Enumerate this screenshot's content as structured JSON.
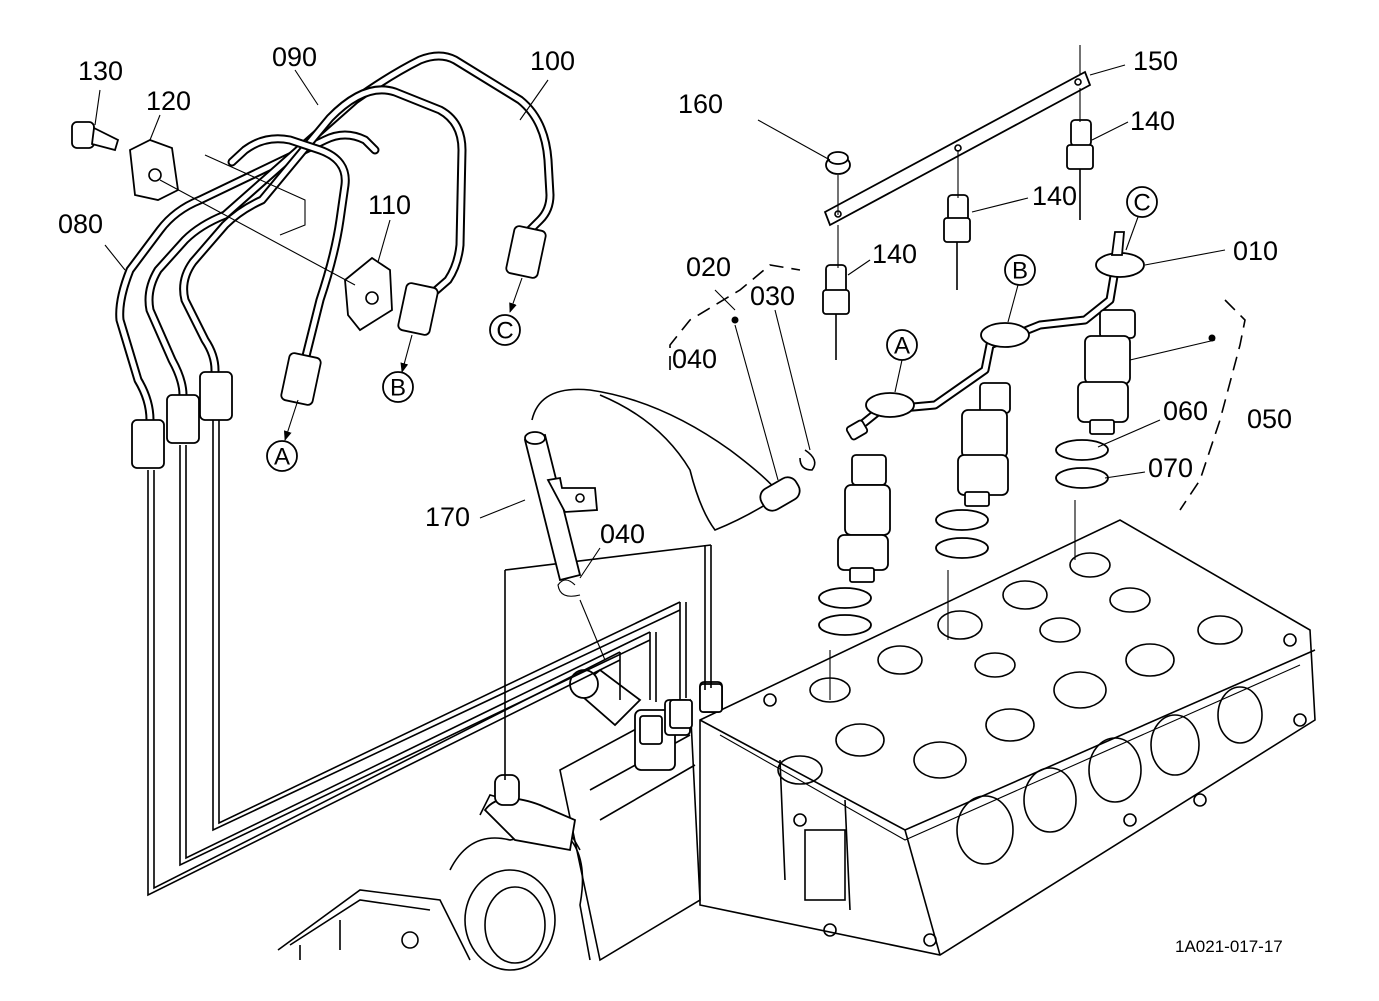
{
  "part_labels": {
    "p010": "010",
    "p020": "020",
    "p030": "030",
    "p040a": "040",
    "p040b": "040",
    "p050": "050",
    "p060": "060",
    "p070": "070",
    "p080": "080",
    "p090": "090",
    "p100": "100",
    "p110": "110",
    "p120": "120",
    "p130": "130",
    "p140a": "140",
    "p140b": "140",
    "p140c": "140",
    "p150": "150",
    "p160": "160",
    "p170": "170"
  },
  "connection_markers": {
    "left_a": "A",
    "left_b": "B",
    "left_c": "C",
    "right_a": "A",
    "right_b": "B",
    "right_c": "C"
  },
  "drawing_reference": "1A021-017-17"
}
